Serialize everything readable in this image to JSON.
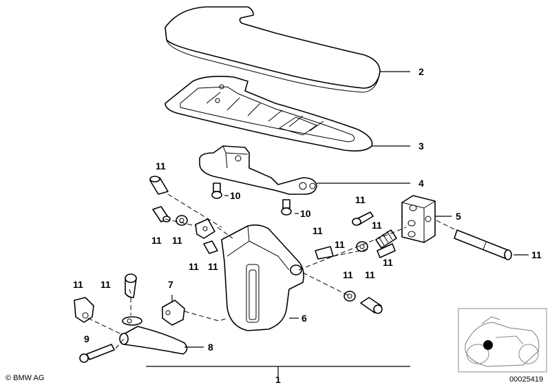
{
  "callouts": {
    "c1": "1",
    "c2": "2",
    "c3": "3",
    "c4": "4",
    "c5": "5",
    "c6": "6",
    "c7": "7",
    "c8": "8",
    "c9": "9",
    "c10a": "10",
    "c10b": "10",
    "c11": "11"
  },
  "footer": {
    "copyright": "© BMW AG",
    "image_number": "00025419"
  }
}
